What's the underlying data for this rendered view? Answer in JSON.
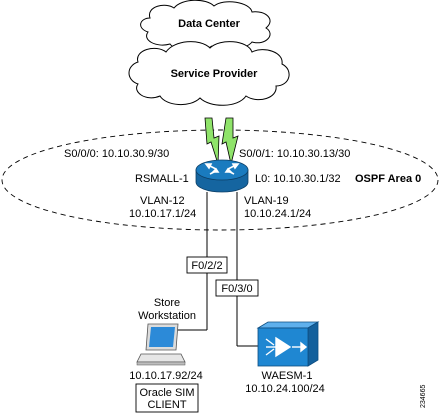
{
  "clouds": {
    "data_center": "Data Center",
    "service_provider": "Service Provider"
  },
  "router": {
    "name": "RSMALL-1",
    "serial_left": "S0/0/0: 10.10.30.9/30",
    "serial_right": "S0/0/1: 10.10.30.13/30",
    "loopback": "L0: 10.10.30.1/32",
    "vlan_left_name": "VLAN-12",
    "vlan_left_ip": "10.10.17.1/24",
    "vlan_right_name": "VLAN-19",
    "vlan_right_ip": "10.10.24.1/24"
  },
  "area_label": "OSPF Area 0",
  "ports": {
    "left": "F0/2/2",
    "right": "F0/3/0"
  },
  "workstation": {
    "title_line1": "Store",
    "title_line2": "Workstation",
    "ip": "10.10.17.92/24",
    "client_line1": "Oracle SIM",
    "client_line2": "CLIENT"
  },
  "waesm": {
    "name": "WAESM-1",
    "ip": "10.10.24.100/24"
  },
  "figure_id": "234665",
  "colors": {
    "router_blue": "#1a7bbf",
    "waesm_blue": "#1f87d2",
    "lightning_green": "#8fe36a",
    "workstation_blue": "#2c8ad8"
  }
}
